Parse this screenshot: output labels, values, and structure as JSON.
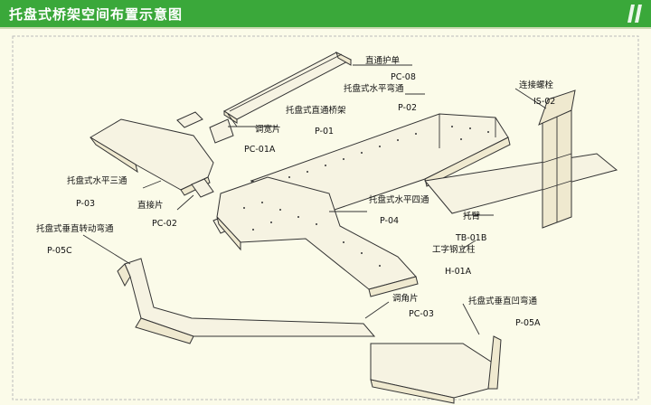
{
  "title": "托盘式桥架空间布置示意图",
  "colors": {
    "header": "#3aa83a",
    "background": "#fbfbe9",
    "line": "#333333"
  },
  "labels": [
    {
      "key": "pc08_name",
      "text": "直通护单"
    },
    {
      "key": "pc08_code",
      "text": "PC-08"
    },
    {
      "key": "p02_name",
      "text": "托盘式水平弯通"
    },
    {
      "key": "p02_code",
      "text": "P-02"
    },
    {
      "key": "is02_name",
      "text": "连接螺栓"
    },
    {
      "key": "is02_code",
      "text": "IS-02"
    },
    {
      "key": "p01_name",
      "text": "托盘式直通桥架"
    },
    {
      "key": "p01_code",
      "text": "P-01"
    },
    {
      "key": "pc01a_name",
      "text": "调宽片"
    },
    {
      "key": "pc01a_code",
      "text": "PC-01A"
    },
    {
      "key": "p03_name",
      "text": "托盘式水平三通"
    },
    {
      "key": "p03_code",
      "text": "P-03"
    },
    {
      "key": "pc02_name",
      "text": "直接片"
    },
    {
      "key": "pc02_code",
      "text": "PC-02"
    },
    {
      "key": "p04_name",
      "text": "托盘式水平四通"
    },
    {
      "key": "p04_code",
      "text": "P-04"
    },
    {
      "key": "tb01b_name",
      "text": "托臂"
    },
    {
      "key": "tb01b_code",
      "text": "TB-01B"
    },
    {
      "key": "h01a_name",
      "text": "工字钢立柱"
    },
    {
      "key": "h01a_code",
      "text": "H-01A"
    },
    {
      "key": "p05c_name",
      "text": "托盘式垂直转动弯通"
    },
    {
      "key": "p05c_code",
      "text": "P-05C"
    },
    {
      "key": "pc03_name",
      "text": "调角片"
    },
    {
      "key": "pc03_code",
      "text": "PC-03"
    },
    {
      "key": "p05a_name",
      "text": "托盘式垂直凹弯通"
    },
    {
      "key": "p05a_code",
      "text": "P-05A"
    }
  ]
}
